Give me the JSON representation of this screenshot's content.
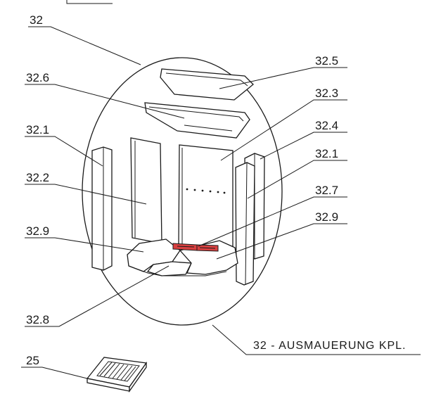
{
  "labels": {
    "l32": "32",
    "l32_5": "32.5",
    "l32_6": "32.6",
    "l32_3": "32.3",
    "l32_1_left": "32.1",
    "l32_4": "32.4",
    "l32_1_right": "32.1",
    "l32_2": "32.2",
    "l32_7": "32.7",
    "l32_9_left": "32.9",
    "l32_9_right": "32.9",
    "l32_8": "32.8",
    "l25": "25"
  },
  "title": "32 - AUSMAUERUNG KPL.",
  "colors": {
    "highlight": "#d94040",
    "line": "#1a1a1a"
  }
}
